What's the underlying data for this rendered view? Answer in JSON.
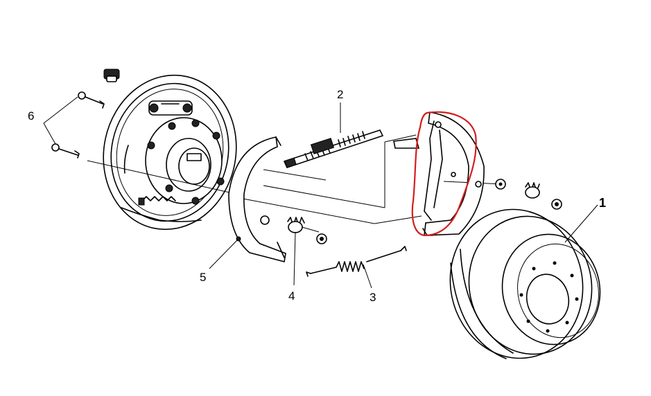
{
  "callouts": {
    "c1": "1",
    "c2": "2",
    "c3": "3",
    "c4": "4",
    "c5": "5",
    "c6": "6"
  },
  "colors": {
    "line": "#000000",
    "highlight": "#d41e1e",
    "background": "#ffffff"
  },
  "highlight_target": "parking-brake-shoe-with-lever"
}
